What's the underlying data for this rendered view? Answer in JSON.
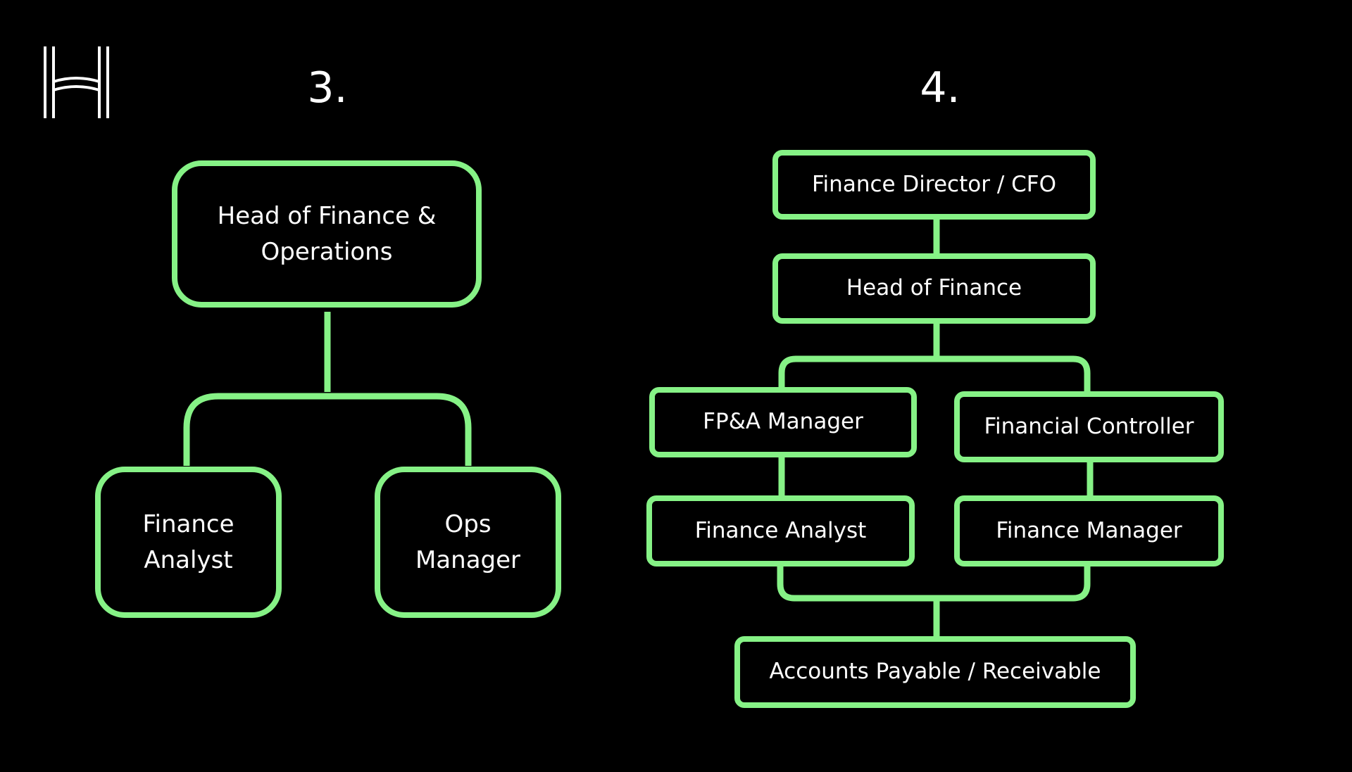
{
  "colors": {
    "background": "#000000",
    "accent": "#86f286",
    "text": "#ffffff"
  },
  "logo_icon": "h-monogram-logo-icon",
  "diagram3": {
    "number": "3.",
    "nodes": {
      "head": "Head of Finance & Operations",
      "analyst": "Finance Analyst",
      "ops": "Ops Manager"
    }
  },
  "diagram4": {
    "number": "4.",
    "nodes": {
      "cfo": "Finance Director / CFO",
      "head": "Head of Finance",
      "fpa": "FP&A Manager",
      "controller": "Financial Controller",
      "analyst": "Finance Analyst",
      "manager": "Finance Manager",
      "ap_ar": "Accounts Payable / Receivable"
    }
  }
}
